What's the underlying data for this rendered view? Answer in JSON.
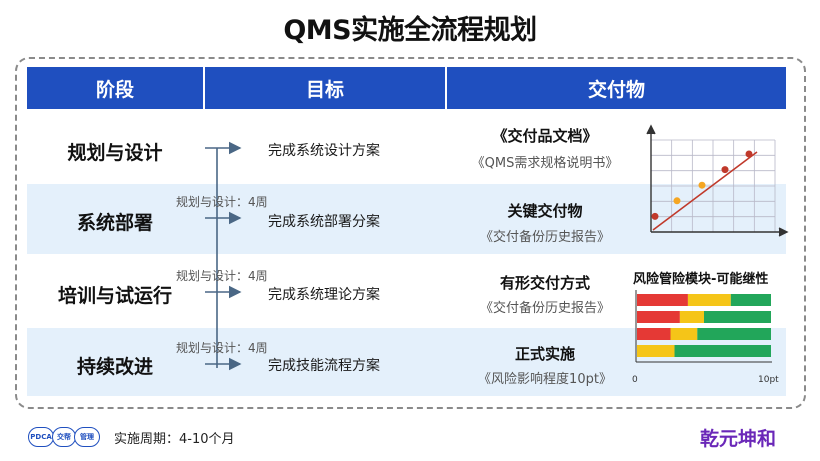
{
  "title": "QMS实施全流程规划",
  "headers": {
    "stage": "阶段",
    "goal": "目标",
    "deliverable": "交付物"
  },
  "rows": [
    {
      "stage": "规划与设计",
      "goal": "完成系统设计方案",
      "side_note": "",
      "deliverable_main": "《交付品文档》",
      "deliverable_sub": "《QMS需求规格说明书》"
    },
    {
      "stage": "系统部署",
      "goal": "完成系统部署分案",
      "side_note": "规划与设计：4周",
      "deliverable_main": "关键交付物",
      "deliverable_sub": "《交付备份历史报告》"
    },
    {
      "stage": "培训与试运行",
      "goal": "完成系统理论方案",
      "side_note": "规划与设计：4周",
      "deliverable_main": "有形交付方式",
      "deliverable_sub": "《交付备份历史报告》"
    },
    {
      "stage": "持续改进",
      "goal": "完成技能流程方案",
      "side_note": "规划与设计：4周",
      "deliverable_main": "正式实施",
      "deliverable_sub": "《风险影响程度10pt》"
    }
  ],
  "line_points": [
    1,
    2,
    3,
    4,
    5
  ],
  "risk_chart": {
    "title": "风险管险模块-可能继性",
    "x_min_label": "0",
    "x_max_label": "10pt",
    "bars": [
      {
        "red": 0.38,
        "yellow": 0.32,
        "green": 0.3
      },
      {
        "red": 0.32,
        "yellow": 0.18,
        "green": 0.5
      },
      {
        "red": 0.25,
        "yellow": 0.2,
        "green": 0.55
      },
      {
        "red": 0.0,
        "yellow": 0.28,
        "green": 0.72
      }
    ],
    "colors": {
      "red": "#e53935",
      "yellow": "#f5c518",
      "green": "#22a65a"
    }
  },
  "footer": {
    "logo_parts": [
      "PDCA",
      "交帮",
      "管理"
    ],
    "period": "实施周期：4-10个月",
    "brand": "乾元坤和"
  },
  "colors": {
    "header_blue": "#1f4fbf",
    "row_blue": "#e4f0fb",
    "brand_purple": "#6a27b8"
  }
}
